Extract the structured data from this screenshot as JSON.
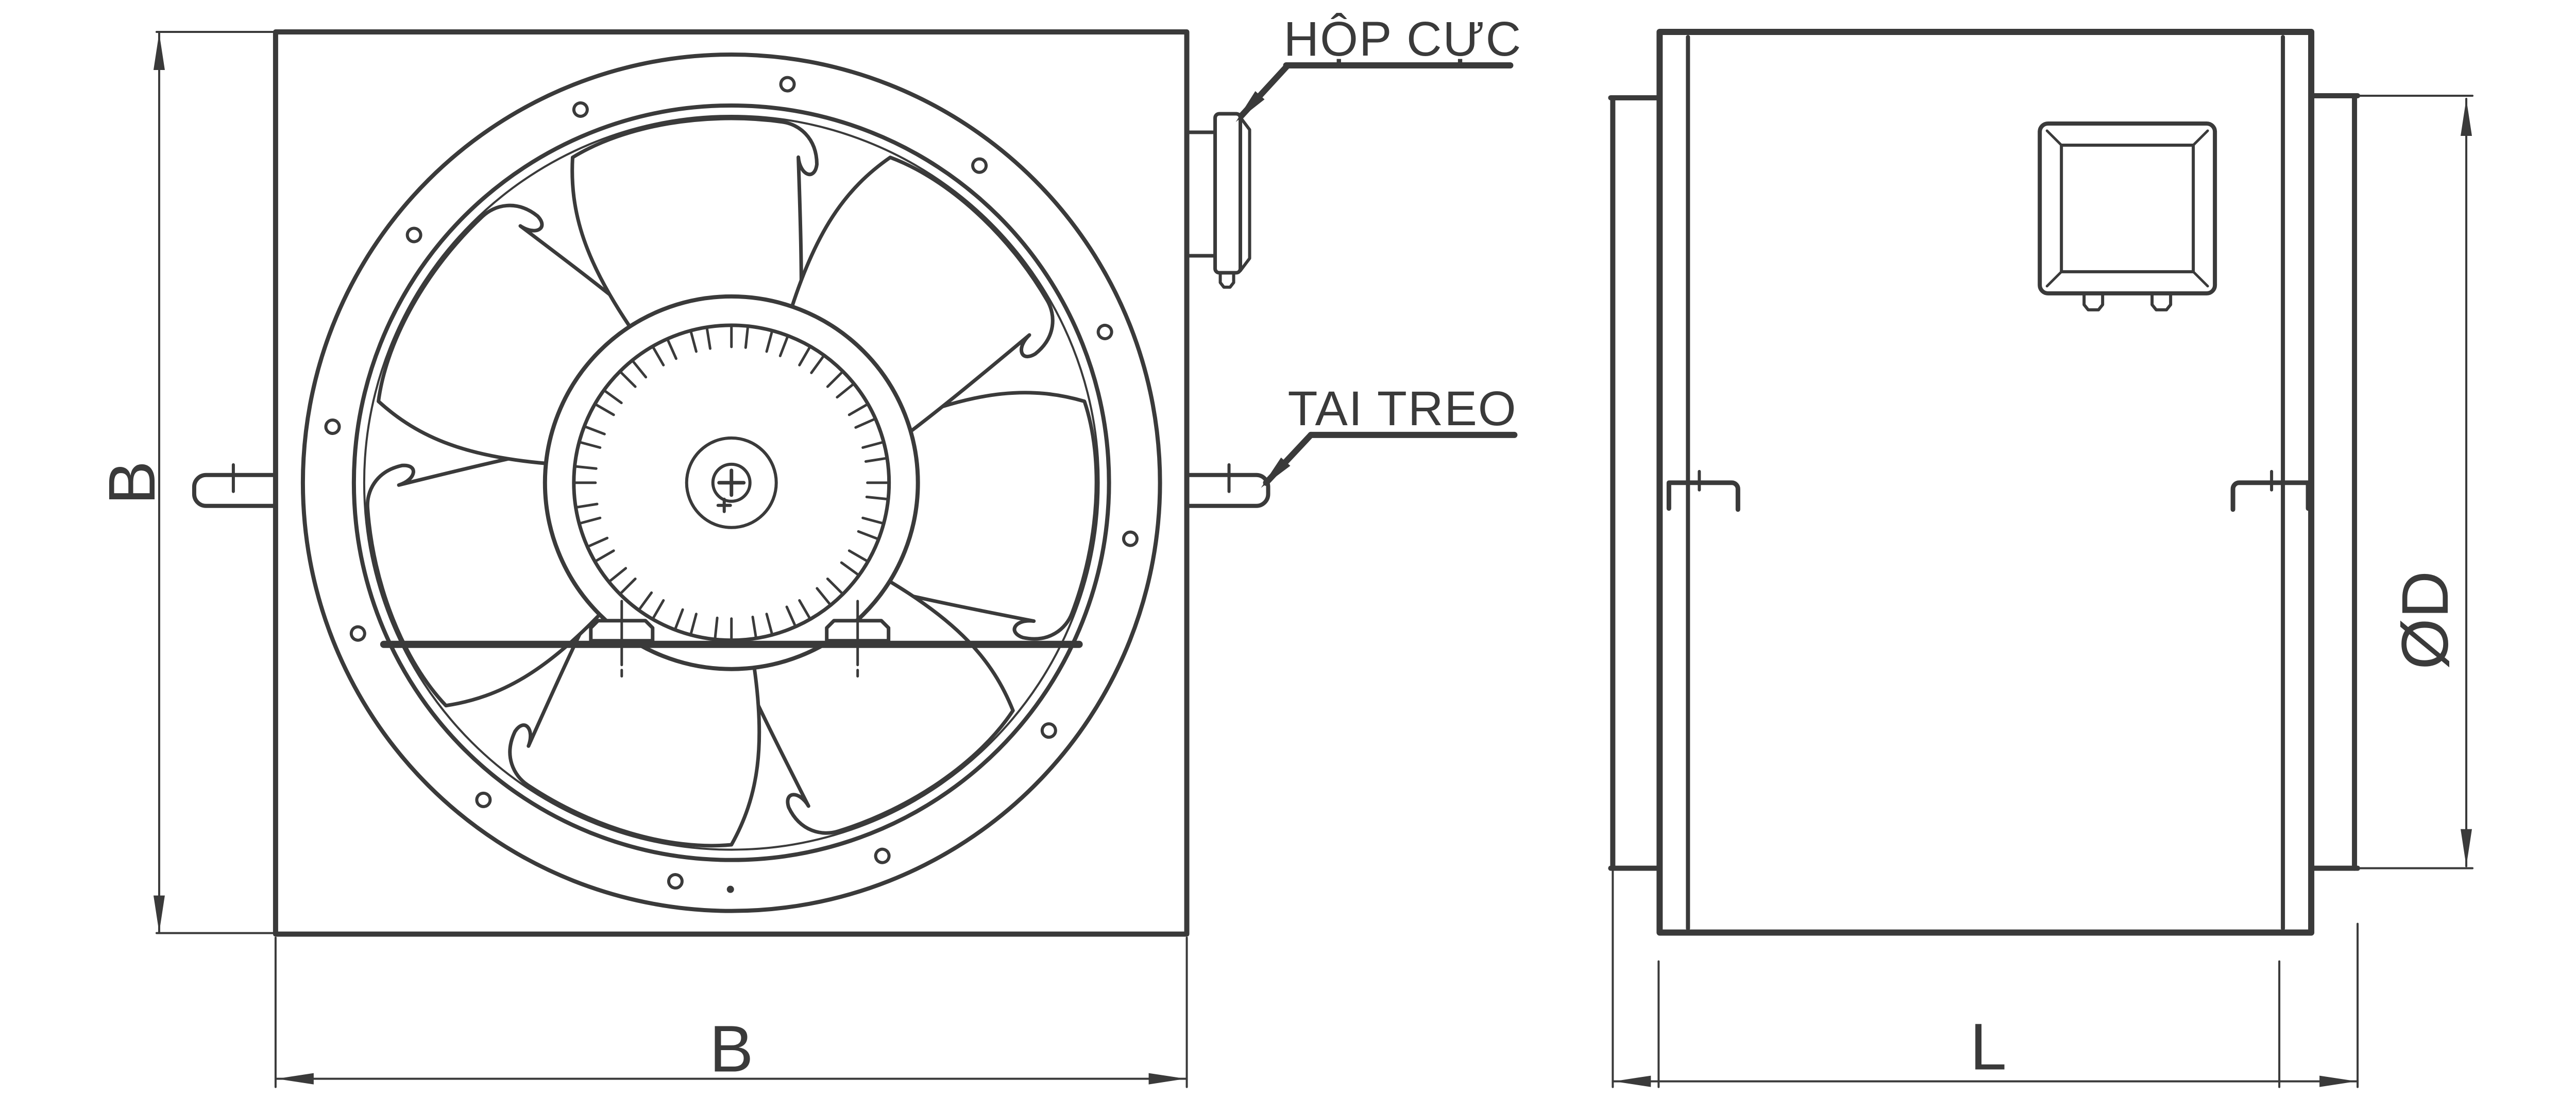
{
  "drawing": {
    "type": "axial-fan-dimension-drawing",
    "colors": {
      "ink": "#3a3a3a",
      "background": "#ffffff"
    },
    "labels": {
      "terminal_box": "HỘP CỰC",
      "hanging_lug": "TAI TREO",
      "front_width": "B",
      "front_height": "B",
      "side_diameter": "ØD",
      "side_length": "L"
    }
  }
}
